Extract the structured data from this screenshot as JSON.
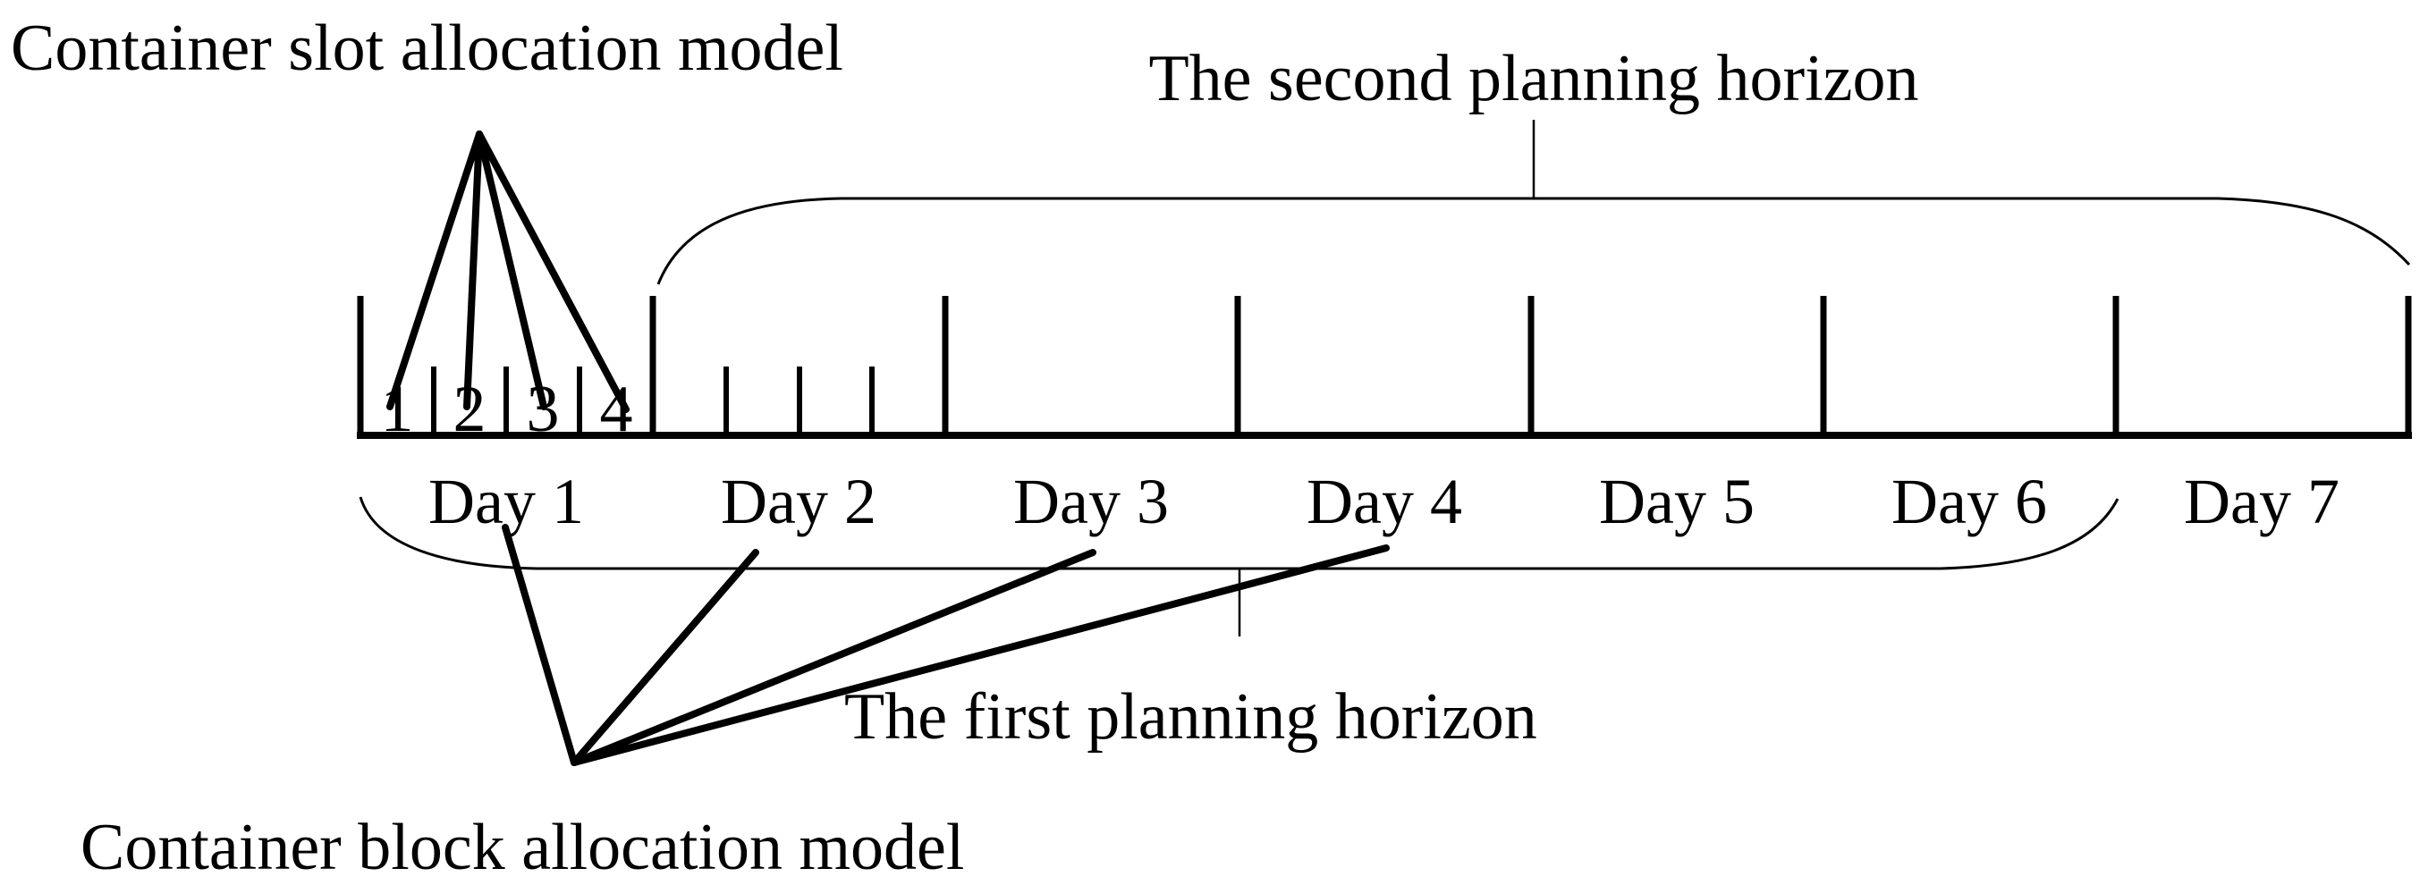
{
  "colors": {
    "ink": "#000000",
    "background": "#ffffff"
  },
  "labels": {
    "slot_model": "Container slot allocation model",
    "block_model": "Container block allocation model",
    "second_horizon": "The second planning horizon",
    "first_horizon": "The first planning horizon"
  },
  "timeline": {
    "day_labels": [
      "Day 1",
      "Day 2",
      "Day 3",
      "Day 4",
      "Day 5",
      "Day 6",
      "Day 7"
    ],
    "slot_numbers": [
      "1",
      "2",
      "3",
      "4"
    ]
  }
}
